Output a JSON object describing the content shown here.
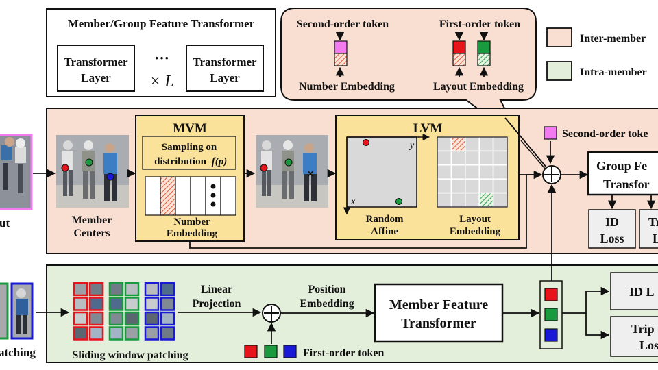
{
  "legend_box": {
    "title": "Member/Group Feature Transformer",
    "layer_label_1": "Transformer",
    "layer_label_2": "Layer",
    "ellipsis": "···",
    "repeat": "× L"
  },
  "token_panel": {
    "second_order_token": "Second-order token",
    "first_order_token": "First-order token",
    "number_embedding": "Number Embedding",
    "layout_embedding": "Layout Embedding"
  },
  "legend": {
    "inter_member": "Inter-member",
    "intra_member": "Intra-member",
    "inter_color": "#f9dfd2",
    "intra_color": "#e3efda"
  },
  "inter": {
    "input_label": "ut",
    "member_centers_1": "Member",
    "member_centers_2": "Centers",
    "mvm_title": "MVM",
    "sampling_1": "Sampling on",
    "sampling_2": "distribution",
    "sampling_fn": "f(p)",
    "number_embedding_1": "Number",
    "number_embedding_2": "Embedding",
    "lvm_title": "LVM",
    "axis_x": "x",
    "axis_y": "y",
    "random_affine_1": "Random",
    "random_affine_2": "Affine",
    "layout_embedding_1": "Layout",
    "layout_embedding_2": "Embedding",
    "second_order_token": "Second-order toke",
    "group_transformer_1": "Group Fe",
    "group_transformer_2": "Transfor",
    "id_loss_1": "ID",
    "id_loss_2": "Loss",
    "tri_loss_1": "Tr",
    "tri_loss_2": "L"
  },
  "intra": {
    "patching_label": "atching",
    "sliding_window": "Sliding window patching",
    "linear_projection_1": "Linear",
    "linear_projection_2": "Projection",
    "position_embedding_1": "Position",
    "position_embedding_2": "Embedding",
    "member_transformer_1": "Member Feature",
    "member_transformer_2": "Transformer",
    "first_order_token": "First-order token",
    "id_loss": "ID L",
    "triplet_1": "Trip",
    "triplet_2": "Los"
  },
  "colors": {
    "red": "#e8141b",
    "green": "#1a9a3e",
    "blue": "#1a1ad6",
    "magenta": "#f27bf0",
    "mvm_fill": "#fbe29a",
    "hatch_red": "#e05a3a",
    "hatch_green": "#35a35a"
  }
}
